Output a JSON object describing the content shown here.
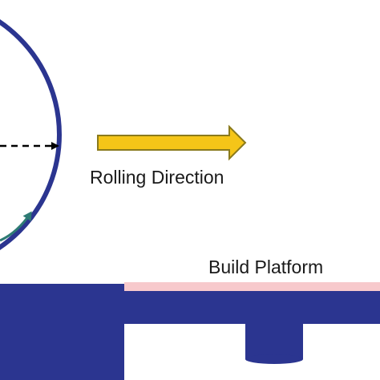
{
  "labels": {
    "rolling_direction": "Rolling Direction",
    "build_platform": "Build Platform"
  },
  "colors": {
    "roller": "#2b3590",
    "platform": "#2b3590",
    "arrow_fill": "#f5c518",
    "arrow_stroke": "#8a7a1c",
    "powder_layer": "#f7c9cc",
    "rotation_arrow": "#2e7b74",
    "dashed_arrow": "#000000"
  },
  "icons": {
    "direction_arrow": "arrow-right",
    "rotation_indicator": "curved-arrow",
    "radius_indicator": "dashed-arrow"
  }
}
